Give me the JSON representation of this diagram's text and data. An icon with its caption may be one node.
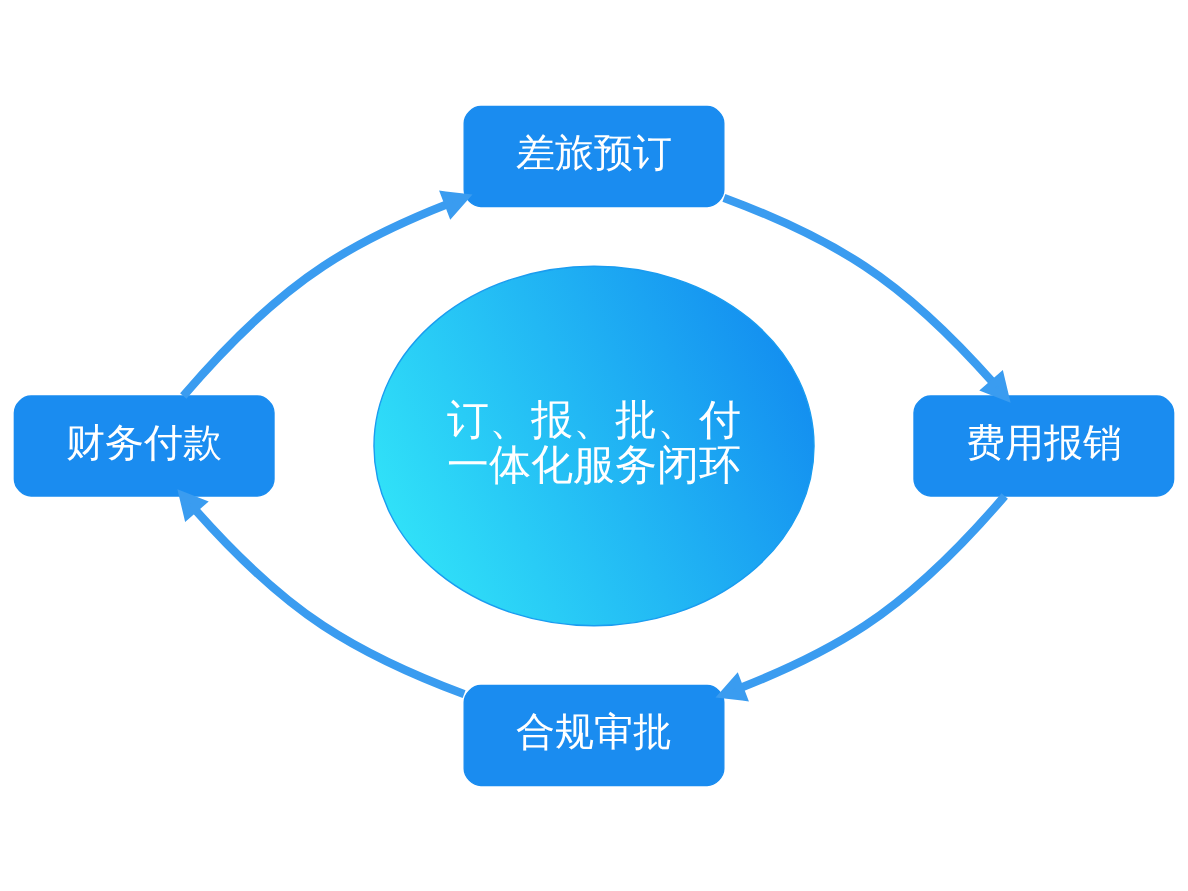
{
  "diagram": {
    "nodes": [
      {
        "text": [
          "差旅预订"
        ]
      },
      {
        "text": [
          "费用报销"
        ]
      },
      {
        "text": [
          "合规审批"
        ]
      },
      {
        "text": [
          "财务付款"
        ]
      },
      {
        "text": [
          "订、报、批、付一体化服务闭环"
        ]
      }
    ],
    "edges": [
      {
        "from": 0,
        "to": 1,
        "arrow": "to"
      },
      {
        "from": 1,
        "to": 2,
        "arrow": "to"
      },
      {
        "from": 2,
        "to": 3,
        "arrow": "to"
      },
      {
        "from": 3,
        "to": 0,
        "arrow": "to"
      }
    ]
  }
}
